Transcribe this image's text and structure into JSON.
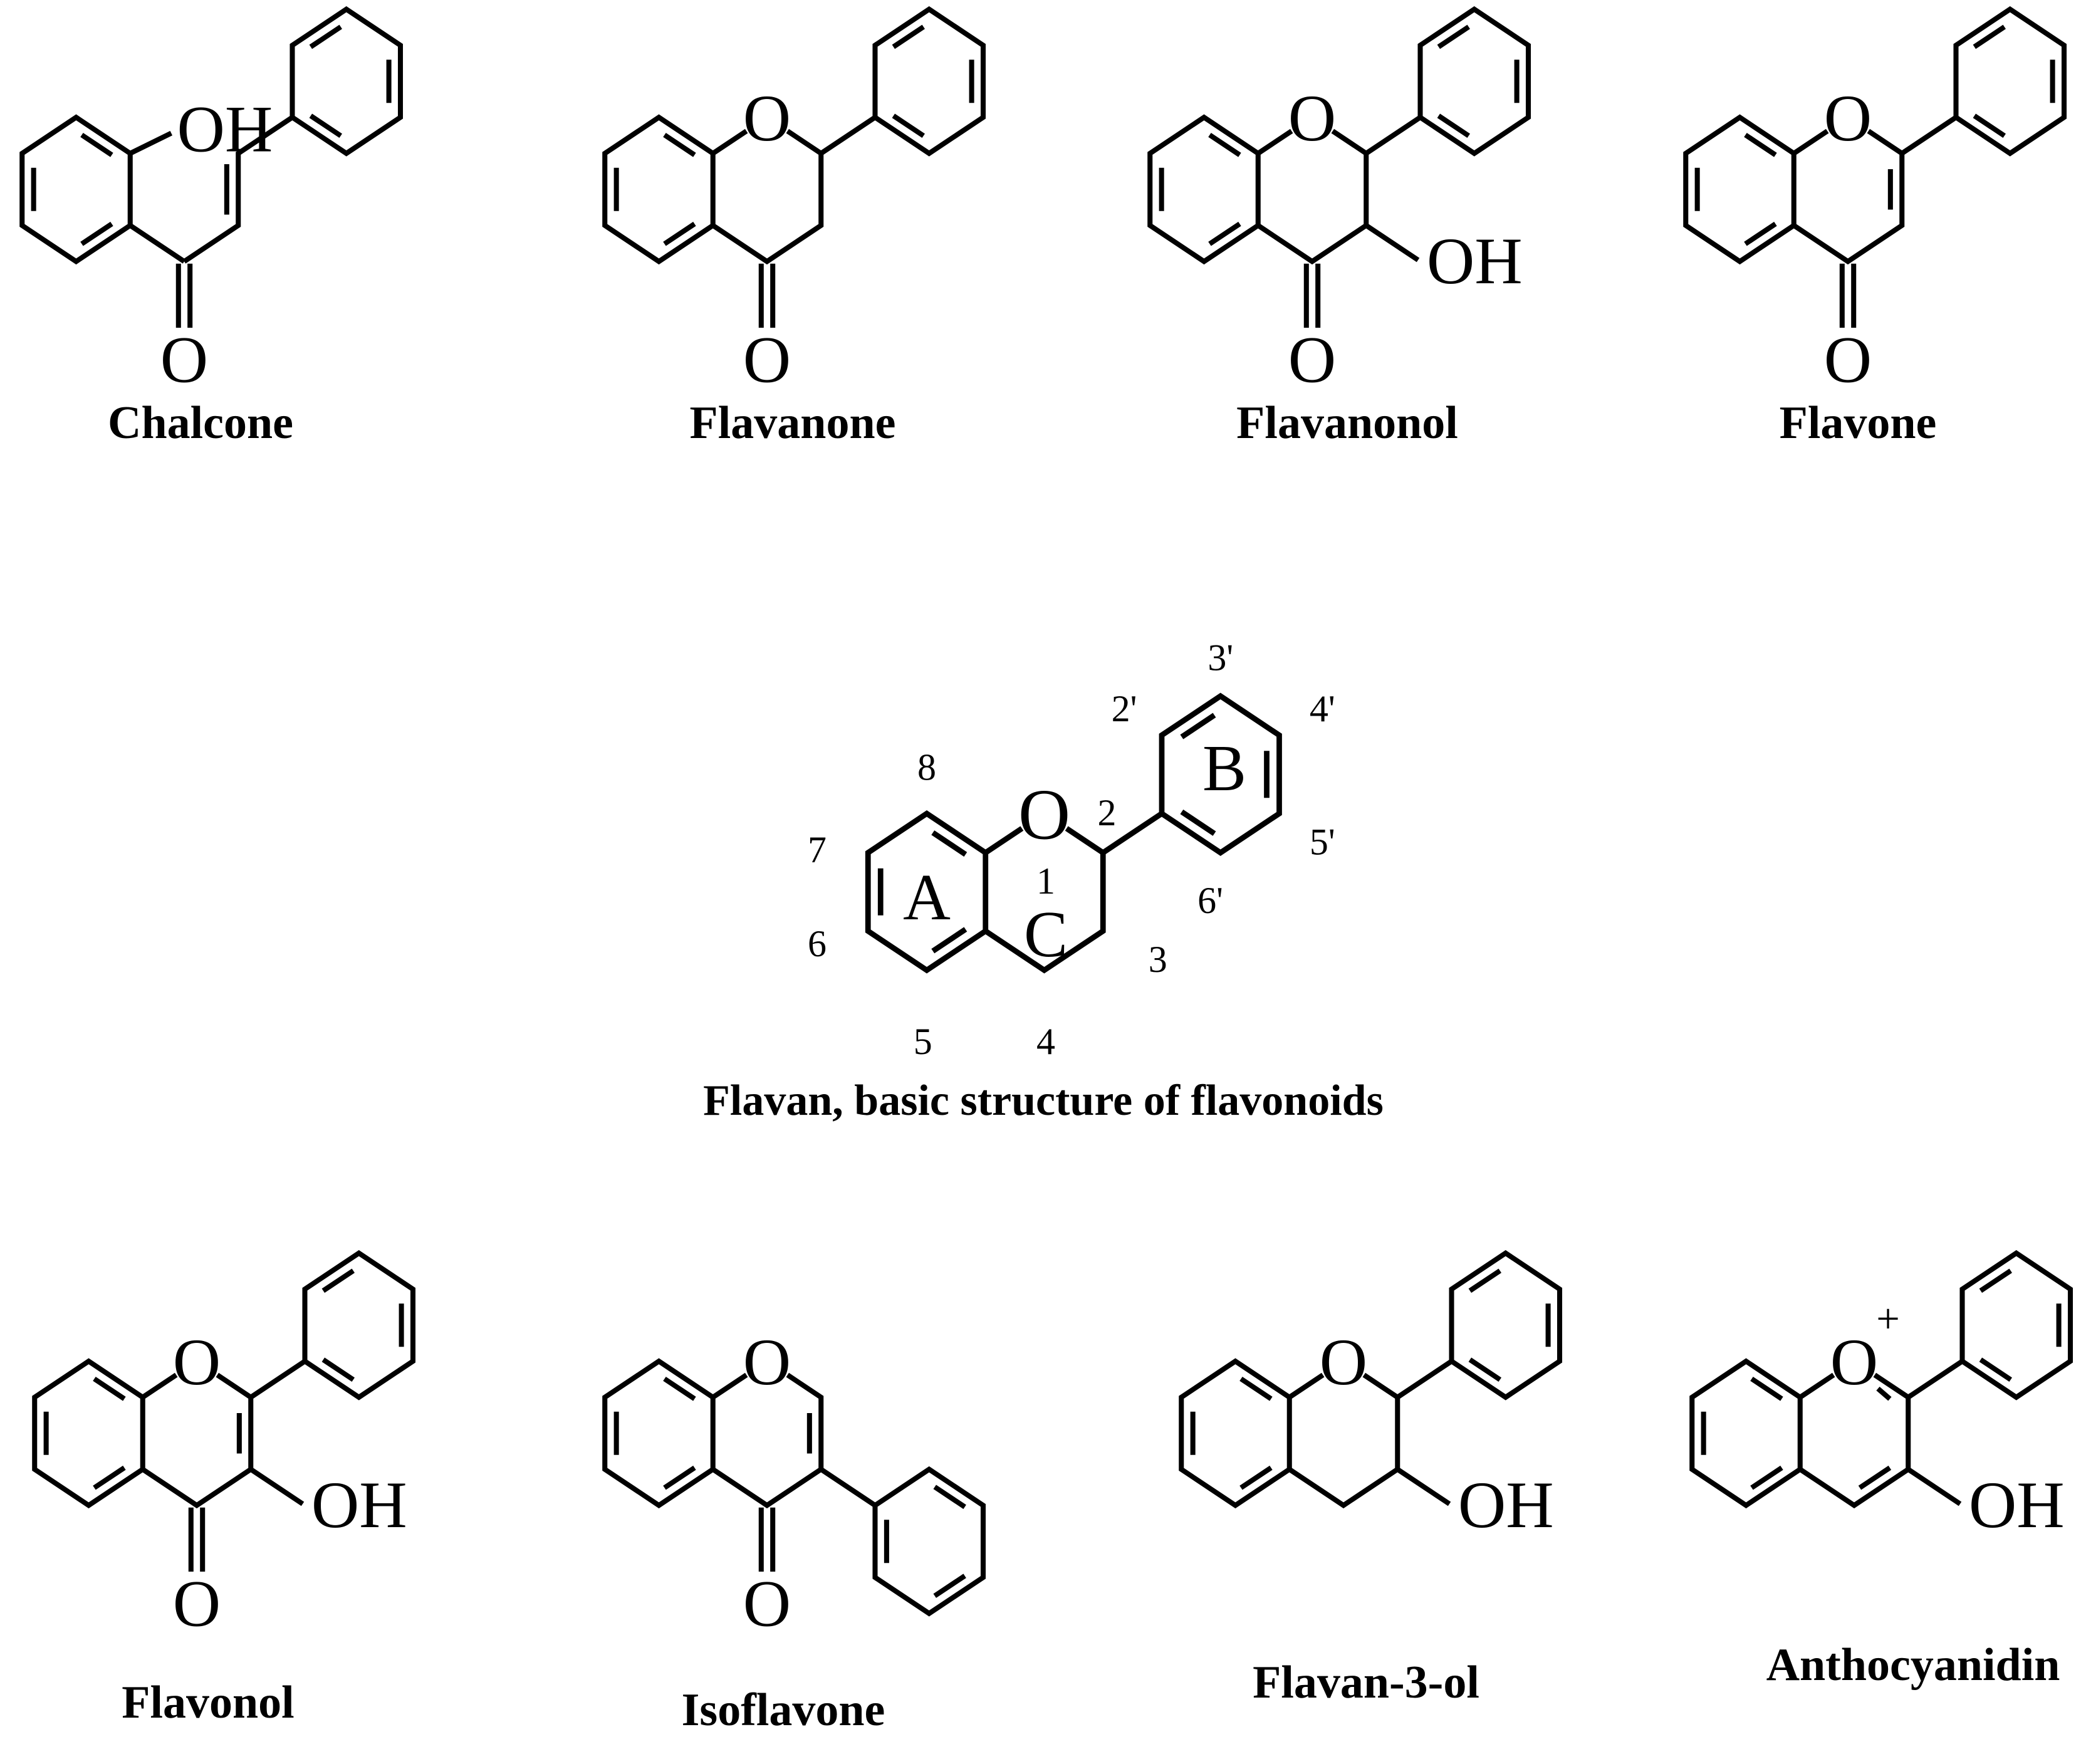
{
  "figure": {
    "background_color": "#ffffff",
    "ink_color": "#000000"
  },
  "molecules": [
    {
      "id": "chalcone",
      "caption": "Chalcone",
      "labels": {
        "hydroxyl": "OH",
        "carbonyl_o": "O"
      }
    },
    {
      "id": "flavanone",
      "caption": "Flavanone",
      "labels": {
        "ring_o": "O",
        "carbonyl_o": "O"
      }
    },
    {
      "id": "flavanonol",
      "caption": "Flavanonol",
      "labels": {
        "ring_o": "O",
        "carbonyl_o": "O",
        "hydroxyl": "OH"
      }
    },
    {
      "id": "flavone",
      "caption": "Flavone",
      "labels": {
        "ring_o": "O",
        "carbonyl_o": "O"
      }
    },
    {
      "id": "flavan",
      "caption": "Flavan, basic structure of flavonoids",
      "labels": {
        "ring_o": "O",
        "ring_a": "A",
        "ring_b": "B",
        "ring_c": "C",
        "p1": "1",
        "p2": "2",
        "p3": "3",
        "p4": "4",
        "p5": "5",
        "p6": "6",
        "p7": "7",
        "p8": "8",
        "p2prime": "2'",
        "p3prime": "3'",
        "p4prime": "4'",
        "p5prime": "5'",
        "p6prime": "6'"
      }
    },
    {
      "id": "flavonol",
      "caption": "Flavonol",
      "labels": {
        "ring_o": "O",
        "carbonyl_o": "O",
        "hydroxyl": "OH"
      }
    },
    {
      "id": "isoflavone",
      "caption": "Isoflavone",
      "labels": {
        "ring_o": "O",
        "carbonyl_o": "O"
      }
    },
    {
      "id": "flavan3ol",
      "caption": "Flavan-3-ol",
      "labels": {
        "ring_o": "O",
        "hydroxyl": "OH"
      }
    },
    {
      "id": "anthocyanidin",
      "caption": "Anthocyanidin",
      "labels": {
        "ring_o": "O",
        "plus": "+",
        "hydroxyl": "OH"
      }
    }
  ]
}
